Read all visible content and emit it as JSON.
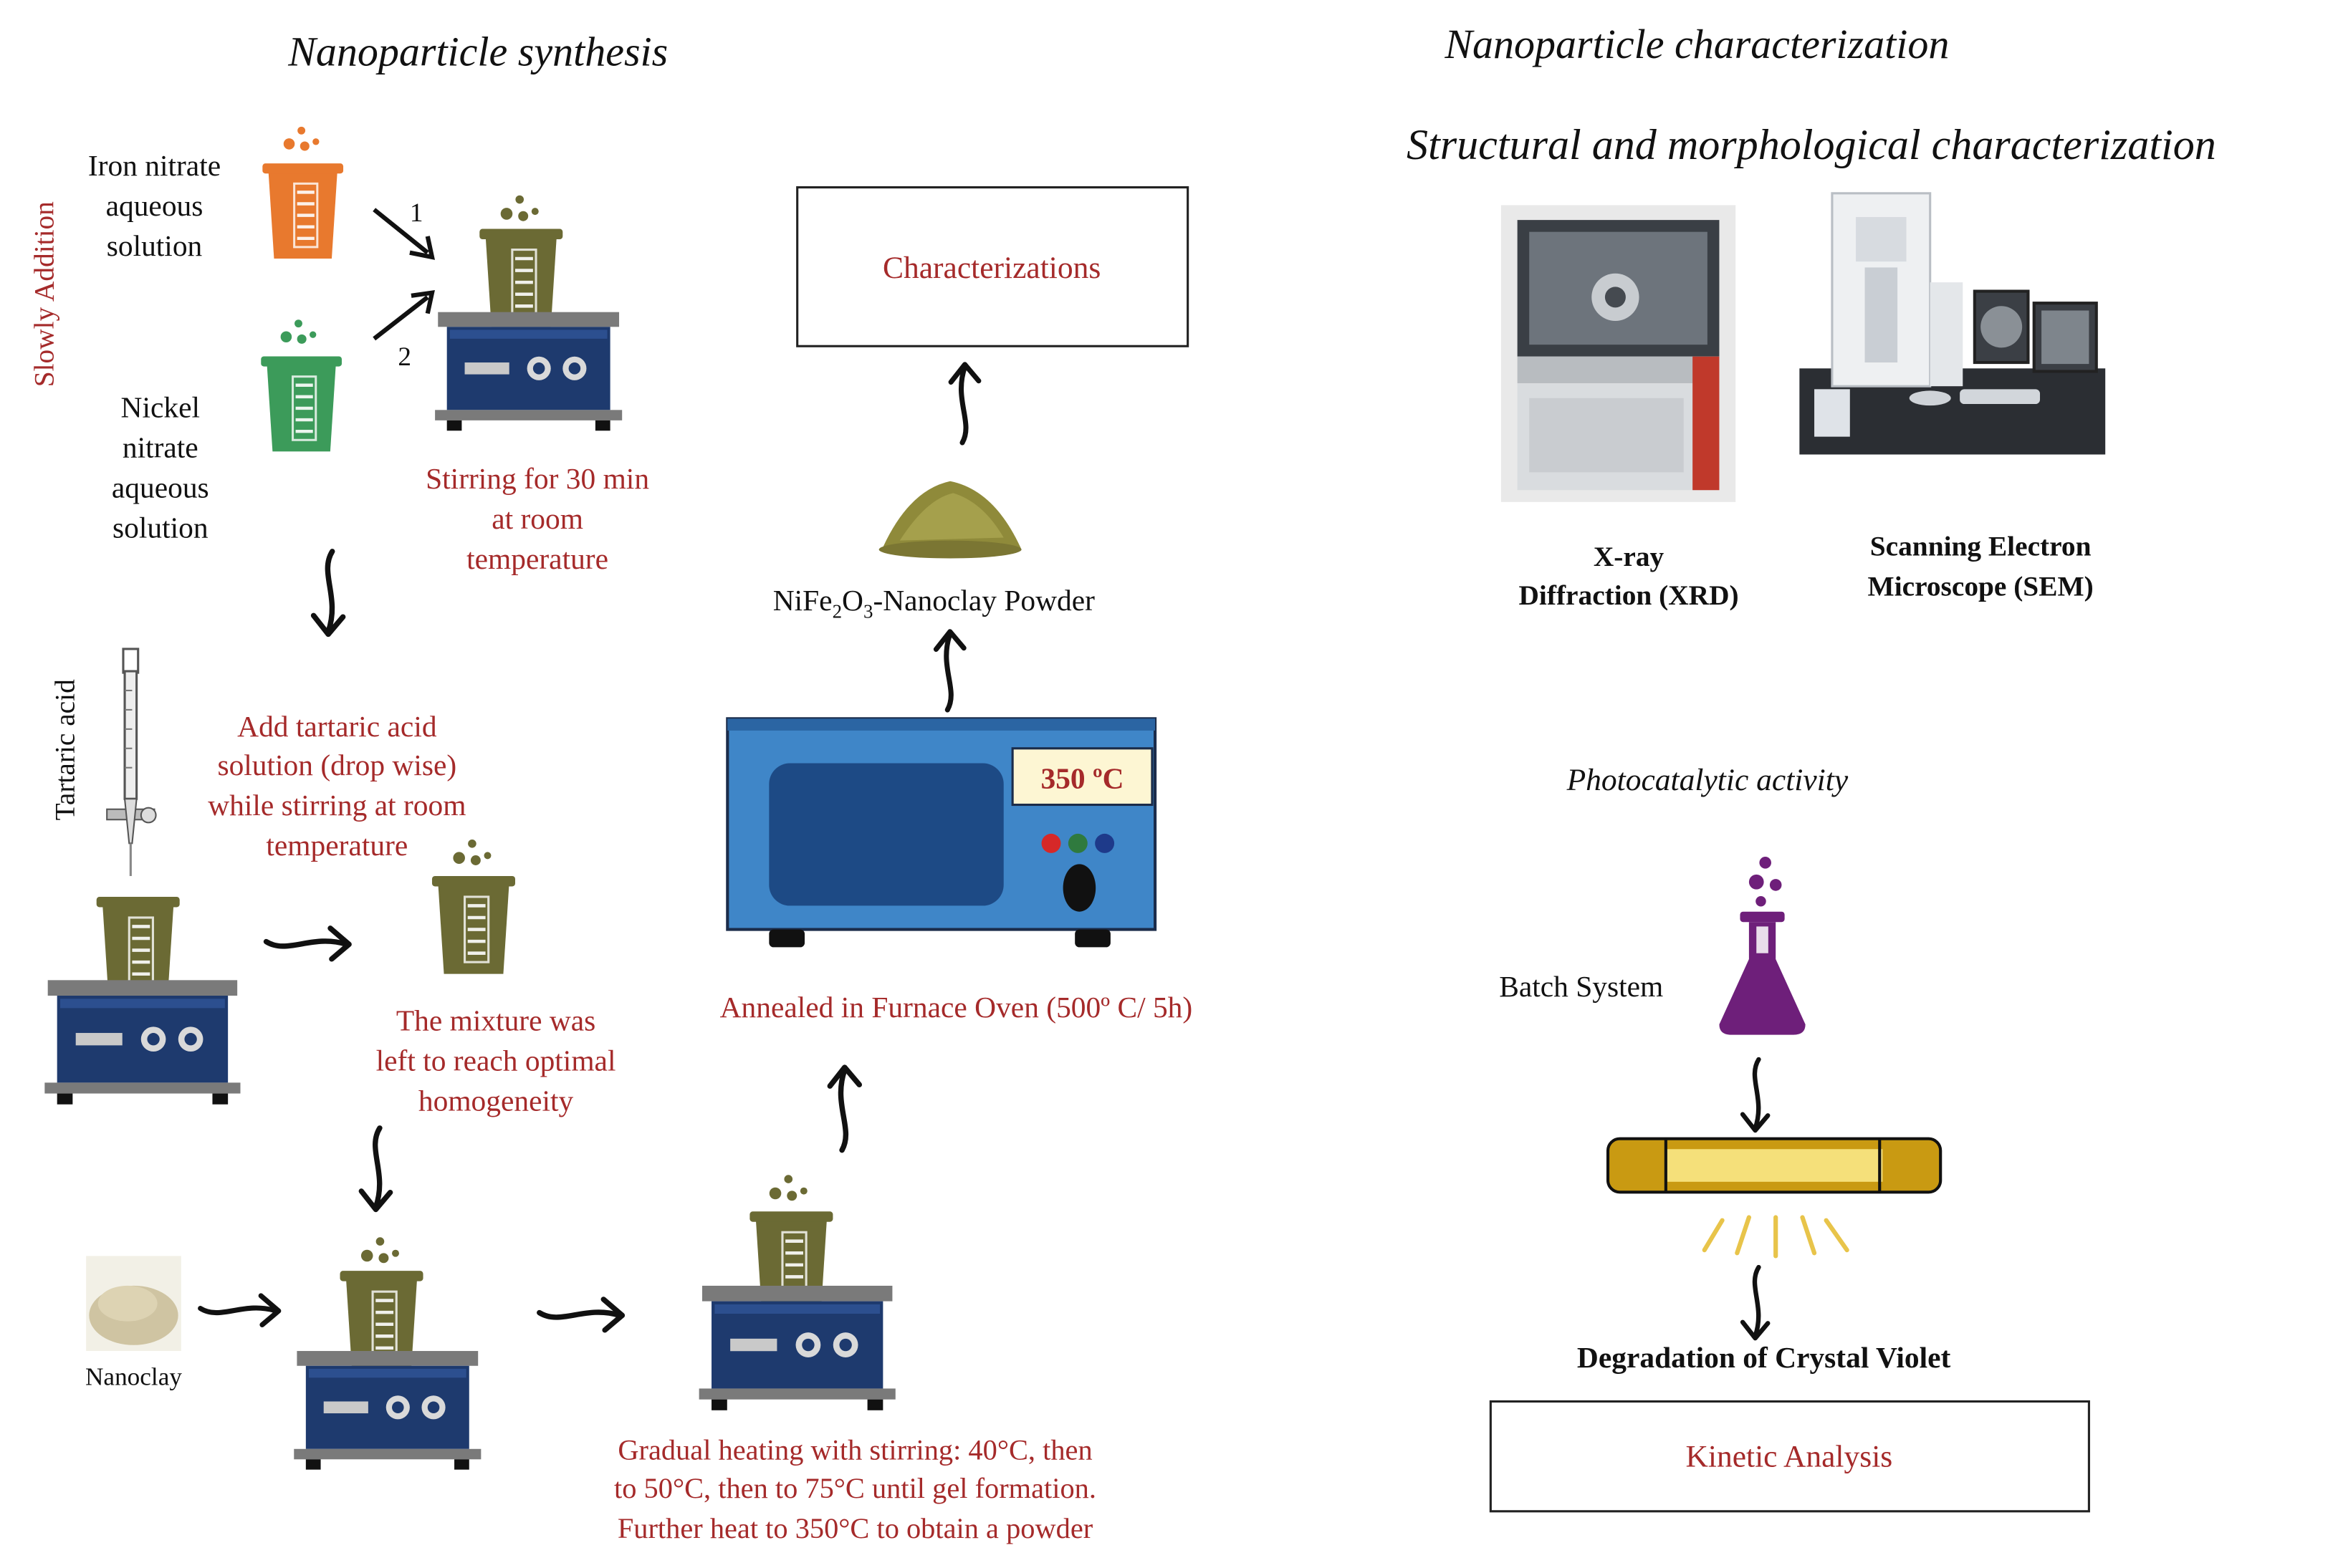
{
  "colors": {
    "dark_red": "#a52a2a",
    "text_black": "#111111",
    "olive": "#6b6a34",
    "olive_light": "#8a8848",
    "orange": "#e8792e",
    "green": "#3c9b5a",
    "purple": "#6e1f7a",
    "navy": "#1e3a6e",
    "furnace_blue": "#3f86c8",
    "furnace_screen": "#1d4a85",
    "gold": "#d4a81a"
  },
  "headings": {
    "synthesis": "Nanoparticle synthesis",
    "characterization": "Nanoparticle characterization",
    "structural": "Structural and morphological characterization",
    "photocatalytic": "Photocatalytic activity"
  },
  "synthesis": {
    "slowly_addition": "Slowly Addition",
    "iron_label": [
      "Iron nitrate",
      "aqueous",
      "solution"
    ],
    "nickel_label": [
      "Nickel",
      "nitrate",
      "aqueous",
      "solution"
    ],
    "arrow_1": "1",
    "arrow_2": "2",
    "stirring_label": [
      "Stirring for 30 min",
      "at room",
      "temperature"
    ],
    "tartaric_side": "Tartaric acid",
    "tartaric_label": [
      "Add tartaric acid",
      "solution (drop wise)",
      "while stirring at room",
      "temperature"
    ],
    "mixture_label": [
      "The mixture was",
      "left to reach optimal",
      "homogeneity"
    ],
    "nanoclay": "Nanoclay",
    "heating_label": [
      "Gradual heating with stirring: 40°C, then",
      "to 50°C, then to 75°C until gel formation.",
      "Further heat to 350°C to obtain a powder"
    ],
    "annealed_label": "Annealed in Furnace Oven (500º C/ 5h)",
    "furnace_display": "350 ºC",
    "powder_label": {
      "pre": "NiFe",
      "sub1": "2",
      "mid": "O",
      "sub2": "3",
      "post": "-Nanoclay Powder"
    },
    "characterizations_box": "Characterizations"
  },
  "characterization": {
    "xrd_label": [
      "X-ray",
      "Diffraction (XRD)"
    ],
    "sem_label": [
      "Scanning Electron",
      "Microscope (SEM)"
    ],
    "batch_label": "Batch System",
    "degradation_label": "Degradation of Crystal Violet",
    "kinetic_box": "Kinetic Analysis"
  },
  "icons": [
    "beaker-icon",
    "hot-plate-stirrer-icon",
    "burette-icon",
    "flask-icon",
    "furnace-icon",
    "uv-lamp-icon",
    "powder-pile-icon",
    "xrd-instrument-icon",
    "sem-instrument-icon"
  ]
}
